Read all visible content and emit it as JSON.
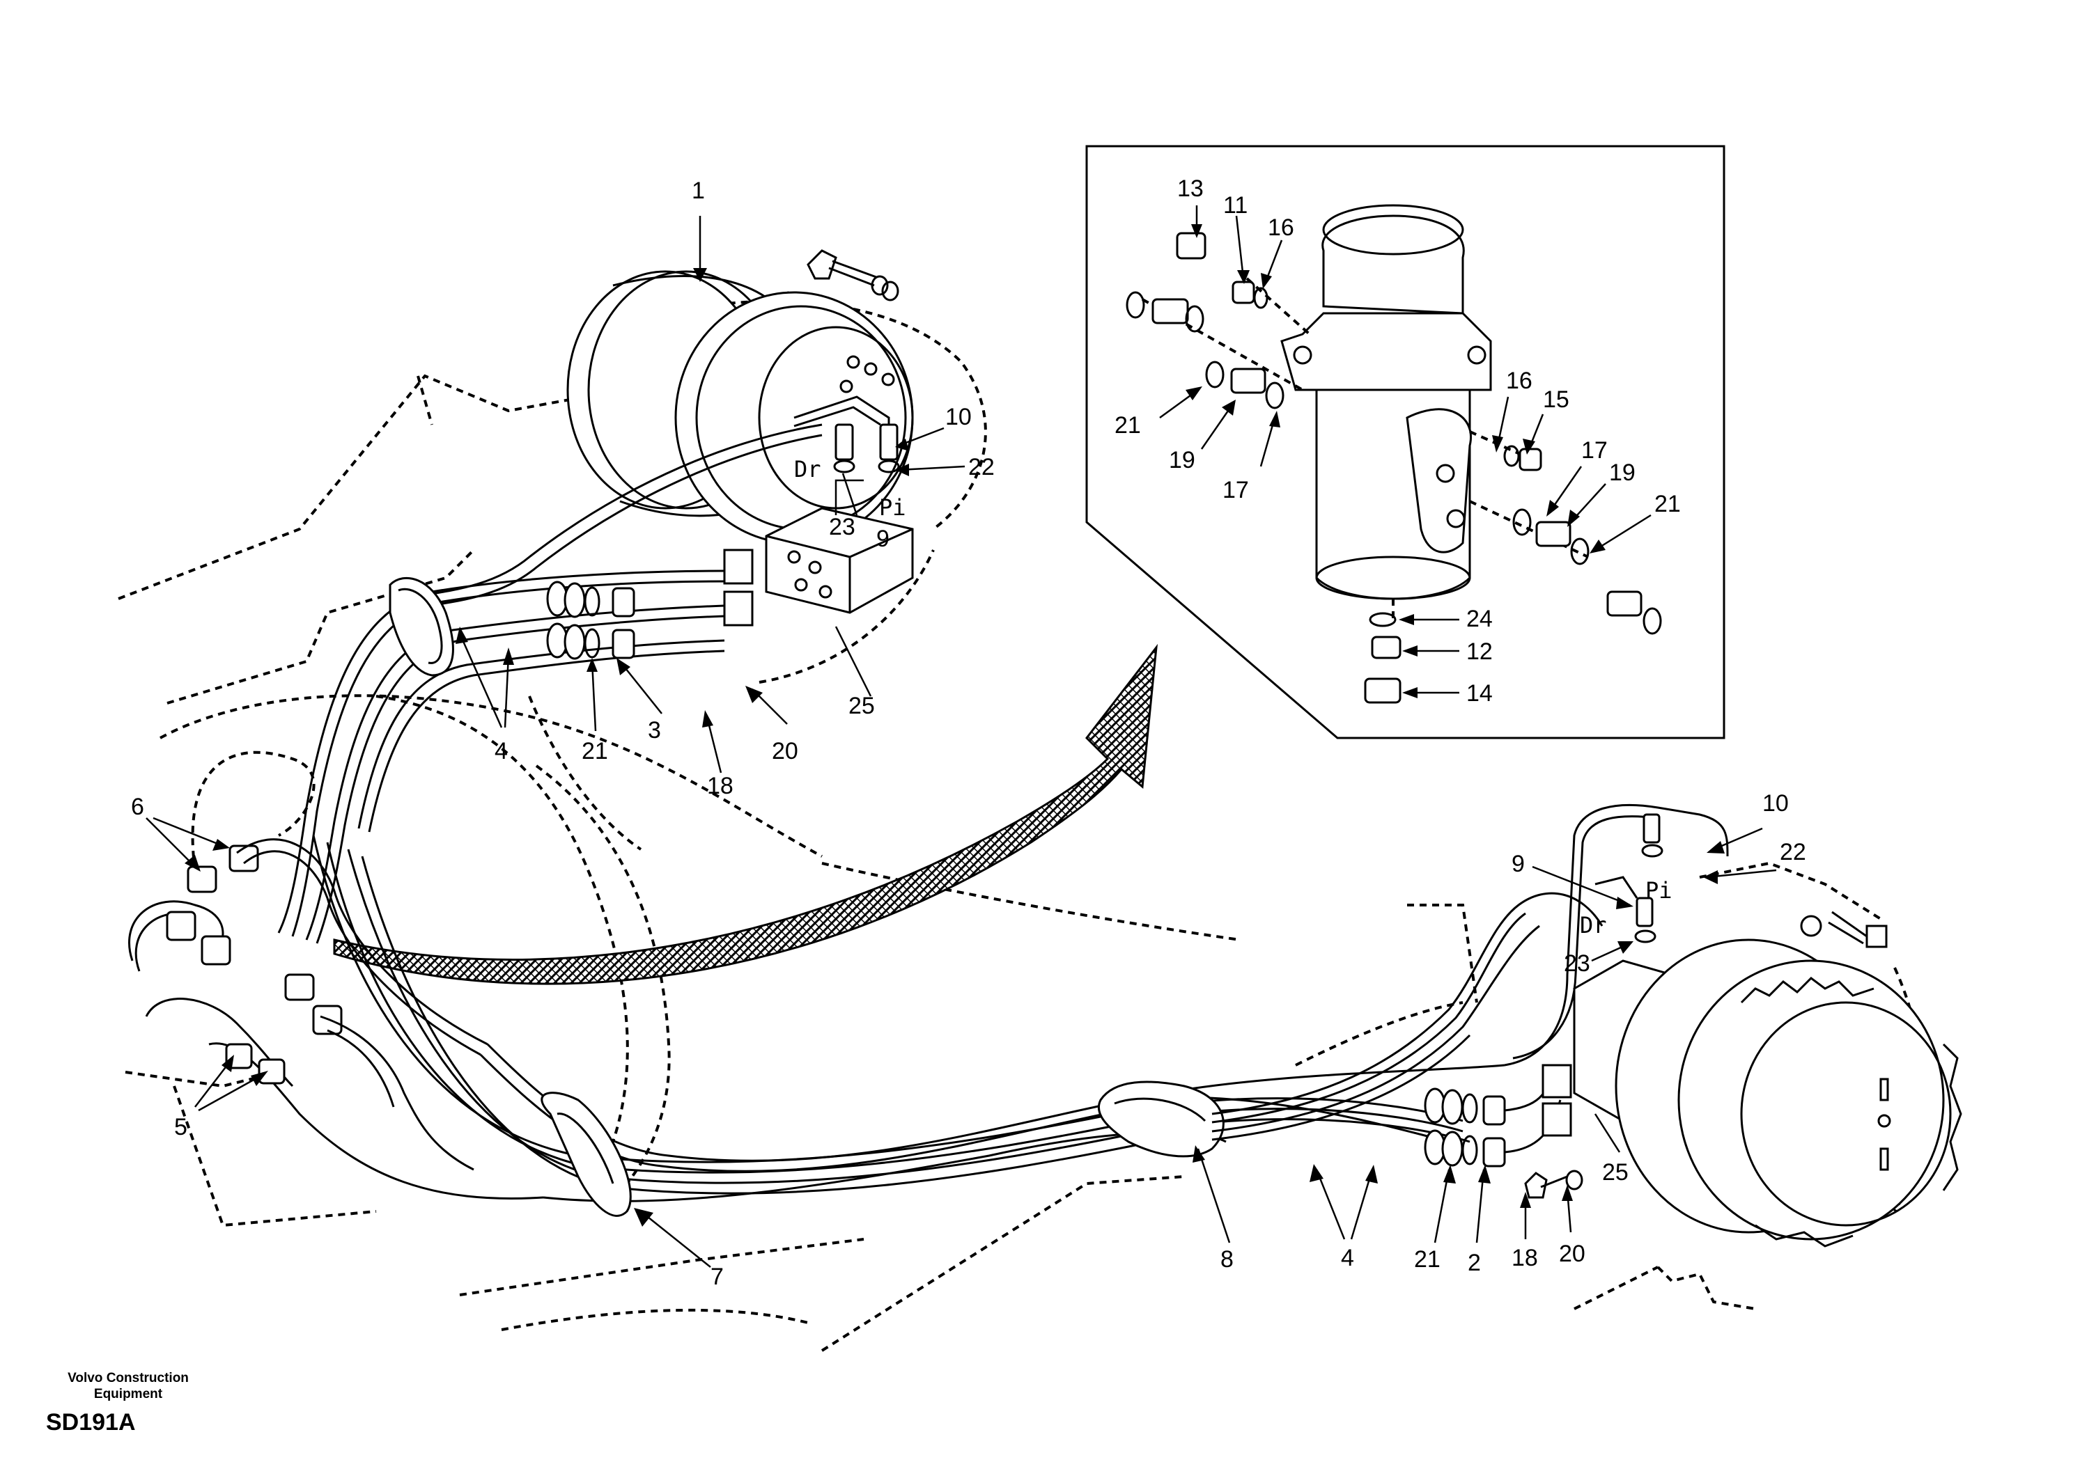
{
  "footer": {
    "brand_line1": "Volvo Construction",
    "brand_line2": "Equipment",
    "drawing_code": "SD191A"
  },
  "port_labels": {
    "drain": "Dr",
    "pilot": "Pi"
  },
  "callouts": {
    "left_motor": [
      "1",
      "10",
      "22",
      "23",
      "9",
      "21",
      "3",
      "4",
      "25",
      "20",
      "18"
    ],
    "left_block": [
      "6",
      "5",
      "7"
    ],
    "right_motor": [
      "10",
      "22",
      "9",
      "23",
      "8",
      "4",
      "21",
      "2",
      "18",
      "20",
      "25"
    ],
    "inset": [
      "13",
      "11",
      "16",
      "21",
      "19",
      "17",
      "16",
      "15",
      "17",
      "19",
      "21",
      "24",
      "12",
      "14"
    ]
  }
}
